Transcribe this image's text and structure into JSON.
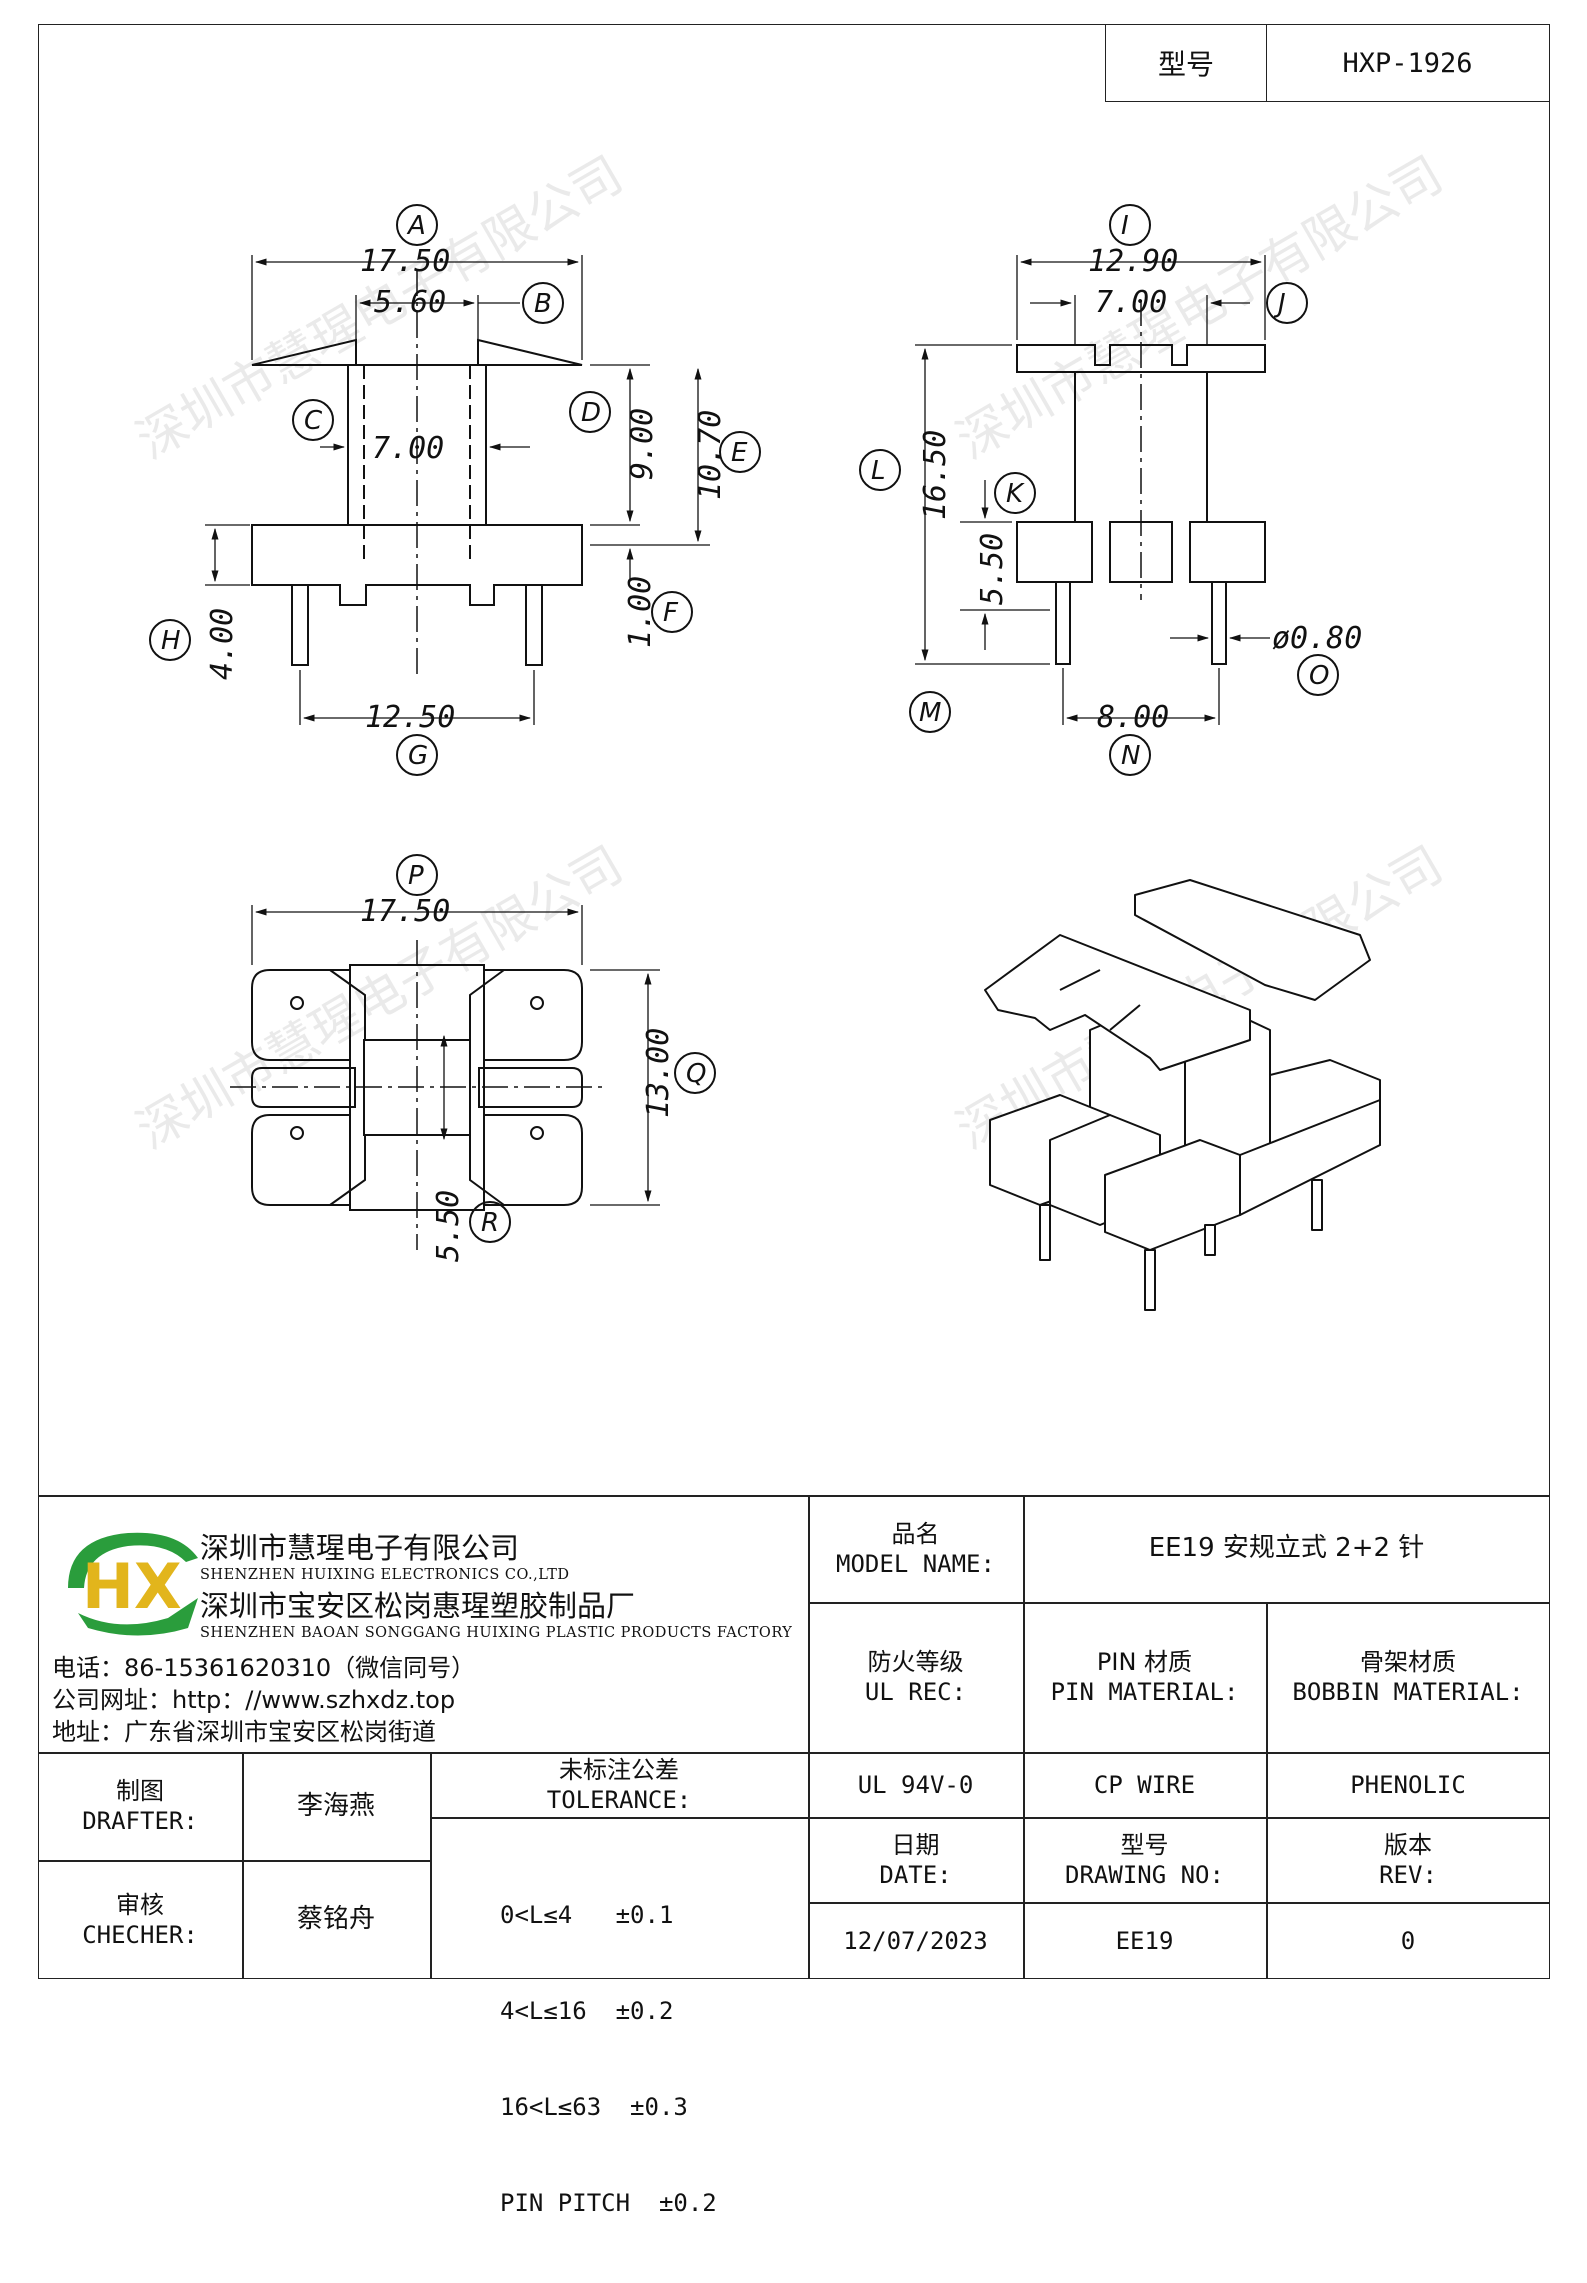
{
  "header": {
    "model_label": "型号",
    "model_value": "HXP-1926"
  },
  "watermark": "深圳市慧瑆电子有限公司",
  "front_view": {
    "dims": {
      "A": "17.50",
      "B": "5.60",
      "C_inner": "7.00",
      "D": "9.00",
      "E": "10.70",
      "F": "1.00",
      "H": "4.00",
      "G": "12.50"
    },
    "labels": [
      "A",
      "B",
      "C",
      "D",
      "E",
      "F",
      "H",
      "G"
    ]
  },
  "side_view": {
    "dims": {
      "I": "12.90",
      "J": "7.00",
      "L": "16.50",
      "K": "5.50",
      "O": "ø0.80",
      "N": "8.00"
    },
    "labels": [
      "I",
      "J",
      "L",
      "K",
      "M",
      "N",
      "O"
    ]
  },
  "bottom_view": {
    "dims": {
      "P": "17.50",
      "Q": "13.00",
      "R": "5.50"
    },
    "labels": [
      "P",
      "Q",
      "R"
    ]
  },
  "title_block": {
    "logo_text": "HX",
    "company_cn_1": "深圳市慧瑆电子有限公司",
    "company_en_1": "SHENZHEN HUIXING ELECTRONICS CO.,LTD",
    "company_cn_2": "深圳市宝安区松岗惠瑆塑胶制品厂",
    "company_en_2": "SHENZHEN BAOAN SONGGANG HUIXING PLASTIC PRODUCTS FACTORY",
    "phone": "电话：86-15361620310（微信同号）",
    "website": "公司网址：http：//www.szhxdz.top",
    "address": "地址：广东省深圳市宝安区松岗街道",
    "model_name_cn": "品名",
    "model_name_en": "MODEL NAME:",
    "model_name_value": "EE19  安规立式 2+2 针",
    "ul_cn": "防火等级",
    "ul_en": "UL REC:",
    "pin_cn": "PIN 材质",
    "pin_en": "PIN MATERIAL:",
    "bobbin_cn": "骨架材质",
    "bobbin_en": "BOBBIN MATERIAL:",
    "ul_value": "UL 94V-0",
    "pin_value": "CP WIRE",
    "bobbin_value": "PHENOLIC",
    "drafter_cn": "制图",
    "drafter_en": "DRAFTER:",
    "drafter_name": "李海燕",
    "checker_cn": "审核",
    "checker_en": "CHECHER:",
    "checker_name": "蔡铭舟",
    "tolerance_cn": "未标注公差",
    "tolerance_en": "TOLERANCE:",
    "tolerance_lines": [
      "0<L≤4   ±0.1",
      "4<L≤16  ±0.2",
      "16<L≤63  ±0.3",
      "PIN PITCH  ±0.2"
    ],
    "date_cn": "日期",
    "date_en": "DATE:",
    "date_value": "12/07/2023",
    "drawing_cn": "型号",
    "drawing_en": "DRAWING NO:",
    "drawing_value": "EE19",
    "rev_cn": "版本",
    "rev_en": "REV:",
    "rev_value": "0"
  }
}
